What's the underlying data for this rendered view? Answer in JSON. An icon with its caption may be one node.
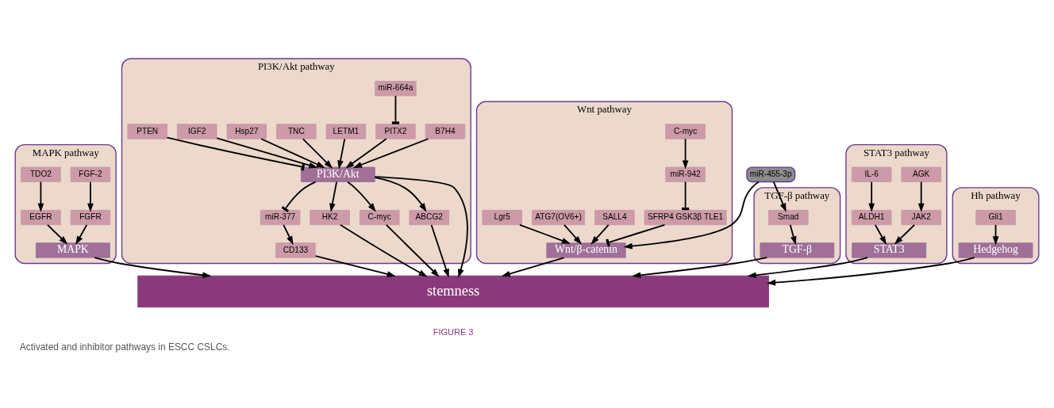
{
  "diagram": {
    "caption": "Activated and inhibitor pathways in ESCC CSLCs.",
    "nodes": [
      {
        "text": [
          "MAPK pathway"
        ]
      },
      {
        "text": [
          "FGF-2"
        ],
        "in": 0
      },
      {
        "text": [
          "TDO2"
        ],
        "in": 0
      },
      {
        "text": [
          "FGFR"
        ],
        "in": 0
      },
      {
        "text": [
          "EGFR"
        ],
        "in": 0
      },
      {
        "text": [
          "MAPK"
        ],
        "in": 0
      },
      {
        "text": [
          "PI3K/Akt pathway"
        ]
      },
      {
        "text": [
          "B7H4"
        ],
        "in": 6
      },
      {
        "text": [
          "miR-664a"
        ],
        "in": 6
      },
      {
        "text": [
          "LETM1"
        ],
        "in": 6
      },
      {
        "text": [
          "TNC"
        ],
        "in": 6
      },
      {
        "text": [
          "Hsp27"
        ],
        "in": 6
      },
      {
        "text": [
          "IGF2"
        ],
        "in": 6
      },
      {
        "text": [
          "PTEN"
        ],
        "in": 6
      },
      {
        "text": [
          "PITX2"
        ],
        "in": 6
      },
      {
        "text": [
          "PI3K/Akt"
        ],
        "in": 6
      },
      {
        "text": [
          "miR-377"
        ],
        "in": 6
      },
      {
        "text": [
          "HK2"
        ],
        "in": 6
      },
      {
        "text": [
          "C-myc"
        ],
        "in": 6
      },
      {
        "text": [
          "ABCG2"
        ],
        "in": 6
      },
      {
        "text": [
          "CD133"
        ],
        "in": 6
      },
      {
        "text": [
          "Wnt pathway"
        ]
      },
      {
        "text": [
          "C-myc"
        ],
        "in": 21
      },
      {
        "text": [
          "miR-942"
        ],
        "in": 21
      },
      {
        "text": [
          "SALL4"
        ],
        "in": 21
      },
      {
        "text": [
          "ATG7(OV6+)"
        ],
        "in": 21
      },
      {
        "text": [
          "Lgr5"
        ],
        "in": 21
      },
      {
        "text": [
          "SFRP4 GSK3β TLE1"
        ],
        "in": 21
      },
      {
        "text": [
          "Wnt/β-catenin"
        ],
        "in": 21
      },
      {
        "text": [
          "TGF-β pathway"
        ]
      },
      {
        "text": [
          "miR-455-3p"
        ]
      },
      {
        "text": [
          "Smad"
        ],
        "in": 29
      },
      {
        "text": [
          "TGF-β"
        ],
        "in": 29
      },
      {
        "text": [
          "STAT3 pathway"
        ]
      },
      {
        "text": [
          "AGK"
        ],
        "in": 33
      },
      {
        "text": [
          "IL-6"
        ],
        "in": 33
      },
      {
        "text": [
          "JAK2"
        ],
        "in": 33
      },
      {
        "text": [
          "ALDH1"
        ],
        "in": 33
      },
      {
        "text": [
          "STAT3"
        ],
        "in": 33
      },
      {
        "text": [
          "Hh pathway"
        ]
      },
      {
        "text": [
          "Gli1"
        ],
        "in": 39
      },
      {
        "text": [
          "Hedgehog"
        ],
        "in": 39
      },
      {
        "text": [
          "stemness"
        ]
      }
    ],
    "edges": [
      {
        "from": 1,
        "to": 3,
        "arrow": "to"
      },
      {
        "from": 2,
        "to": 4,
        "arrow": "to"
      },
      {
        "from": 3,
        "to": 5,
        "arrow": "to"
      },
      {
        "from": 4,
        "to": 5,
        "arrow": "to"
      },
      {
        "from": 5,
        "to": 42,
        "arrow": "to"
      },
      {
        "from": 8,
        "to": 14,
        "arrow": "other"
      },
      {
        "from": 14,
        "to": 15,
        "arrow": "to"
      },
      {
        "from": 7,
        "to": 15,
        "arrow": "to"
      },
      {
        "from": 10,
        "to": 15,
        "arrow": "to"
      },
      {
        "from": 9,
        "to": 15,
        "arrow": "to"
      },
      {
        "from": 11,
        "to": 15,
        "arrow": "to"
      },
      {
        "from": 12,
        "to": 15,
        "arrow": "to"
      },
      {
        "from": 13,
        "to": 15,
        "arrow": "other"
      },
      {
        "from": 15,
        "to": 42,
        "arrow": "to"
      },
      {
        "from": 15,
        "to": 17,
        "arrow": "to"
      },
      {
        "from": 15,
        "to": 18,
        "arrow": "to"
      },
      {
        "from": 15,
        "to": 16,
        "arrow": "other"
      },
      {
        "from": 16,
        "to": 20,
        "arrow": "to"
      },
      {
        "from": 15,
        "to": 19,
        "arrow": "to"
      },
      {
        "from": 17,
        "to": 42,
        "arrow": "to"
      },
      {
        "from": 18,
        "to": 42,
        "arrow": "to"
      },
      {
        "from": 20,
        "to": 42,
        "arrow": "to"
      },
      {
        "from": 19,
        "to": 42,
        "arrow": "to"
      },
      {
        "from": 22,
        "to": 23,
        "arrow": "to"
      },
      {
        "from": 23,
        "to": 27,
        "arrow": "other"
      },
      {
        "from": 27,
        "to": 28,
        "arrow": "other"
      },
      {
        "from": 24,
        "to": 28,
        "arrow": "to"
      },
      {
        "from": 26,
        "to": 28,
        "arrow": "to"
      },
      {
        "from": 25,
        "to": 28,
        "arrow": "to"
      },
      {
        "from": 30,
        "to": 28,
        "arrow": "to"
      },
      {
        "from": 28,
        "to": 42,
        "arrow": "to"
      },
      {
        "from": 30,
        "to": 31,
        "arrow": "to"
      },
      {
        "from": 31,
        "to": 32,
        "arrow": "to"
      },
      {
        "from": 32,
        "to": 42,
        "arrow": "to"
      },
      {
        "from": 34,
        "to": 36,
        "arrow": "to"
      },
      {
        "from": 35,
        "to": 37,
        "arrow": "to"
      },
      {
        "from": 36,
        "to": 38,
        "arrow": "to"
      },
      {
        "from": 37,
        "to": 38,
        "arrow": "to"
      },
      {
        "from": 38,
        "to": 42,
        "arrow": "to"
      },
      {
        "from": 40,
        "to": 41,
        "arrow": "to"
      },
      {
        "from": 41,
        "to": 42,
        "arrow": "to"
      }
    ],
    "labels": [
      "FIGURE 3"
    ]
  }
}
